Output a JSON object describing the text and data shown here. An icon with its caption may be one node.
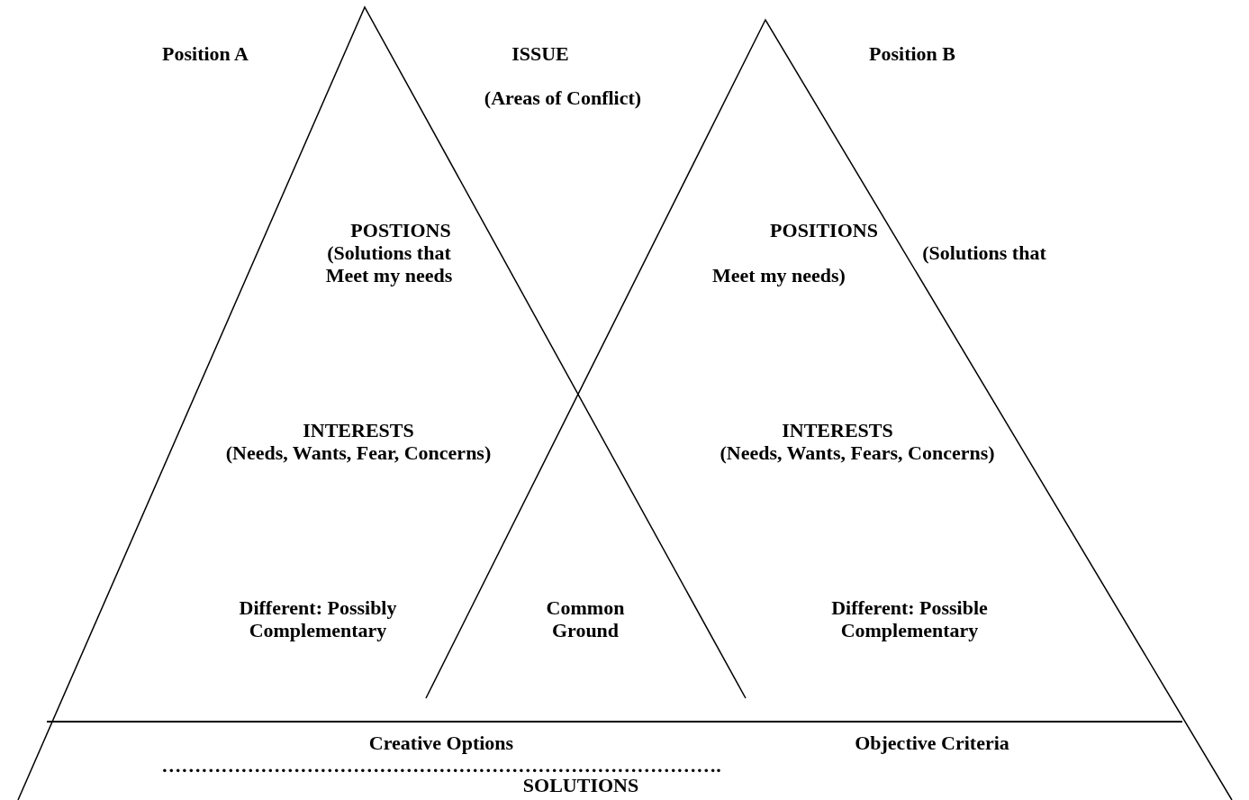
{
  "diagram": {
    "labels": [
      "Position A",
      "ISSUE",
      "Position B",
      "(Areas of Conflict)",
      "POSTIONS",
      "POSITIONS",
      "(Solutions that Meet my needs",
      "(Solutions that",
      "Meet my needs)",
      "INTERESTS",
      "INTERESTS",
      "(Needs, Wants, Fear, Concerns)",
      "(Needs, Wants, Fears, Concerns)",
      "Different: Possibly Complementary",
      "Common Ground",
      "Different: Possible Complementary",
      "Creative Options ………………………………………………………………………….",
      "Objective Criteria",
      "SOLUTIONS"
    ]
  }
}
